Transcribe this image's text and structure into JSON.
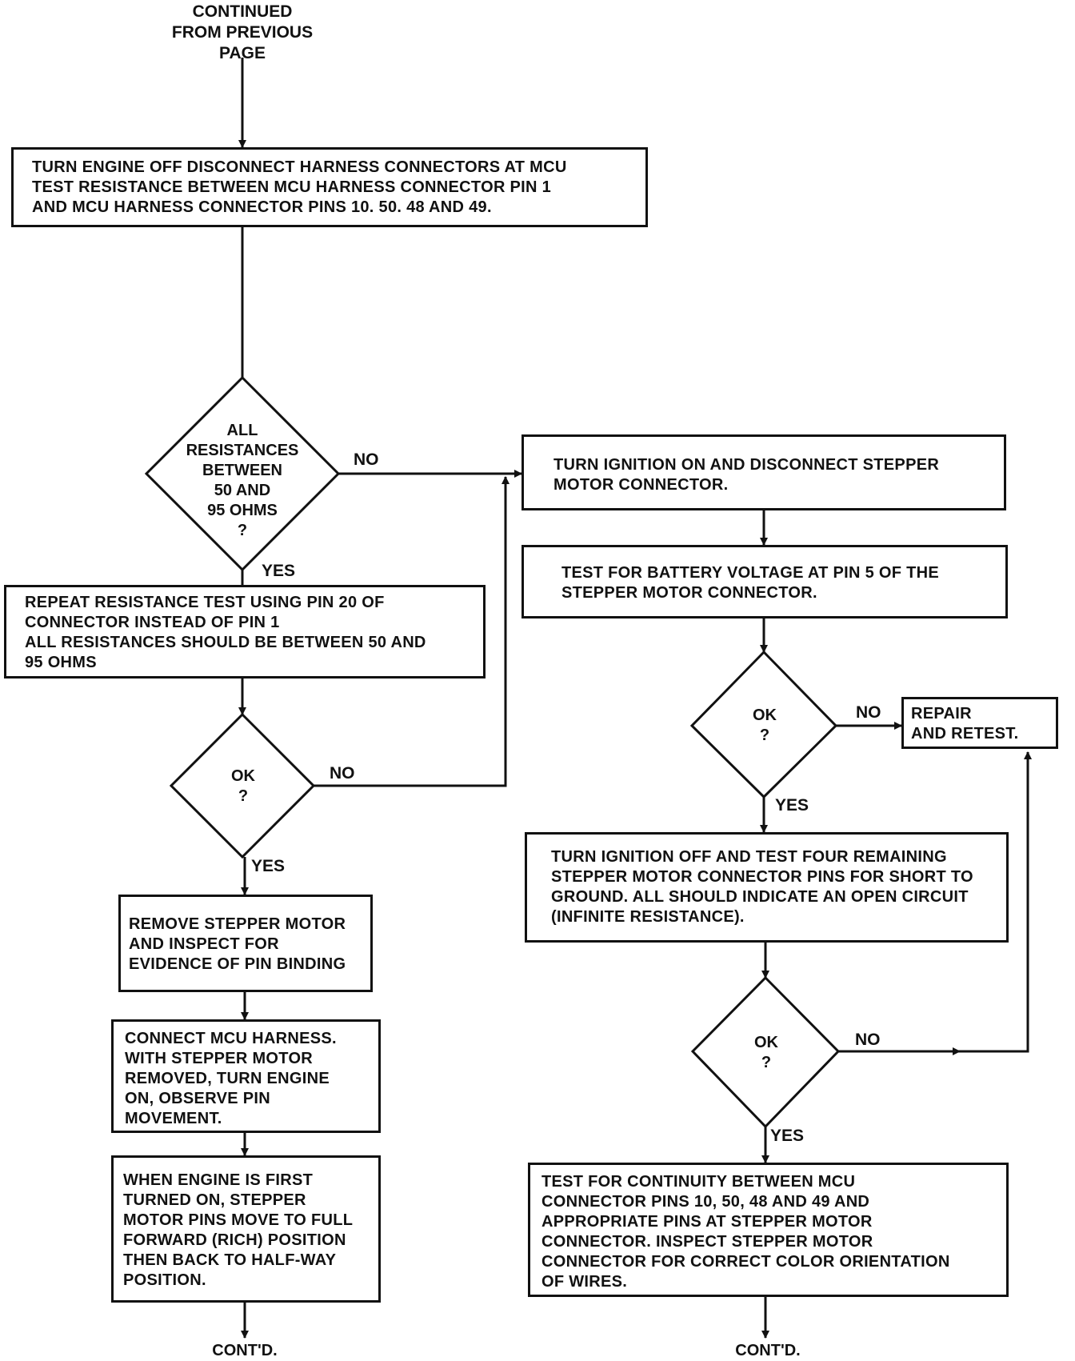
{
  "header": {
    "continued": "CONTINUED\nFROM PREVIOUS\nPAGE"
  },
  "boxes": {
    "b1": "TURN ENGINE OFF  DISCONNECT HARNESS CONNECTORS AT MCU\nTEST RESISTANCE BETWEEN MCU HARNESS CONNECTOR PIN 1\nAND MCU HARNESS CONNECTOR PINS 10. 50. 48 AND 49.",
    "b2": "REPEAT RESISTANCE TEST USING PIN 20 OF\nCONNECTOR INSTEAD OF PIN 1\nALL RESISTANCES SHOULD BE BETWEEN 50 AND\n95 OHMS",
    "b3": "REMOVE STEPPER MOTOR\nAND INSPECT FOR\nEVIDENCE OF PIN BINDING",
    "b4": "CONNECT MCU HARNESS.\nWITH STEPPER MOTOR\nREMOVED, TURN ENGINE\nON, OBSERVE PIN\nMOVEMENT.",
    "b5": "WHEN ENGINE IS FIRST\nTURNED ON, STEPPER\nMOTOR PINS MOVE TO FULL\nFORWARD (RICH) POSITION\nTHEN BACK TO HALF-WAY\nPOSITION.",
    "r1": "TURN IGNITION ON AND DISCONNECT STEPPER\nMOTOR CONNECTOR.",
    "r2": "TEST FOR BATTERY VOLTAGE AT PIN 5 OF THE\nSTEPPER MOTOR CONNECTOR.",
    "r3": "REPAIR\nAND RETEST.",
    "r4": "TURN IGNITION OFF AND TEST FOUR REMAINING\nSTEPPER MOTOR CONNECTOR PINS FOR SHORT TO\nGROUND. ALL SHOULD INDICATE AN OPEN CIRCUIT\n(INFINITE RESISTANCE).",
    "r5": "TEST FOR CONTINUITY BETWEEN MCU\nCONNECTOR PINS 10, 50, 48 AND 49 AND\nAPPROPRIATE PINS AT STEPPER MOTOR\nCONNECTOR. INSPECT STEPPER MOTOR\nCONNECTOR FOR CORRECT COLOR ORIENTATION\nOF WIRES."
  },
  "decisions": {
    "d1": "ALL\nRESISTANCES\nBETWEEN\n50 AND\n95 OHMS\n?",
    "d2": "OK\n?",
    "d3": "OK\n?",
    "d4": "OK\n?"
  },
  "labels": {
    "no": "NO",
    "yes": "YES"
  },
  "footer": {
    "contd_left": "CONT'D.",
    "contd_right": "CONT'D."
  }
}
